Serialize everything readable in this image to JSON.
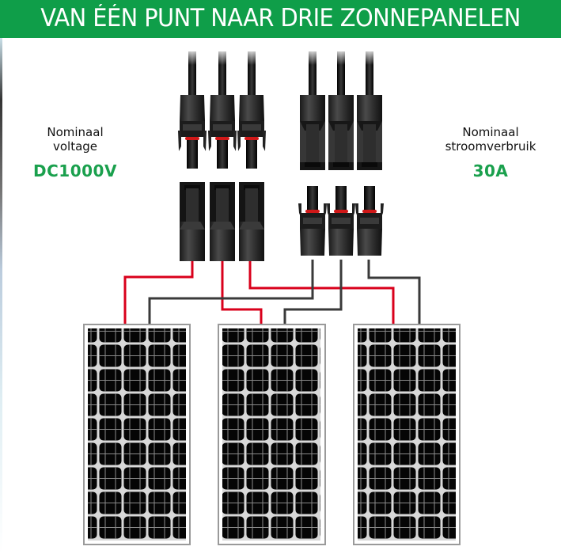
{
  "header": {
    "title": "VAN ÉÉN PUNT NAAR DRIE ZONNEPANELEN",
    "background_color": "#0f9e49",
    "text_color": "#ffffff"
  },
  "specs": {
    "voltage": {
      "label_line1": "Nominaal",
      "label_line2": "voltage",
      "value": "DC1000V"
    },
    "current": {
      "label_line1": "Nominaal",
      "label_line2": "stroomverbruik",
      "value": "30A"
    },
    "value_color": "#1aa04d"
  },
  "diagram": {
    "connectors": {
      "top_left": "3x MC4 male connector (cable from top)",
      "top_right": "3x MC4 female connector (cable from top)",
      "bottom_left": "3x MC4 female connector (red cable)",
      "bottom_right": "3x MC4 male connector (black cable)"
    },
    "wire_colors": {
      "positive": "#d9001b",
      "negative": "#3a3a3a"
    },
    "panels": [
      {
        "name": "solar-panel-1",
        "columns": 4,
        "rows": 9
      },
      {
        "name": "solar-panel-2",
        "columns": 4,
        "rows": 9
      },
      {
        "name": "solar-panel-3",
        "columns": 4,
        "rows": 9
      }
    ]
  }
}
